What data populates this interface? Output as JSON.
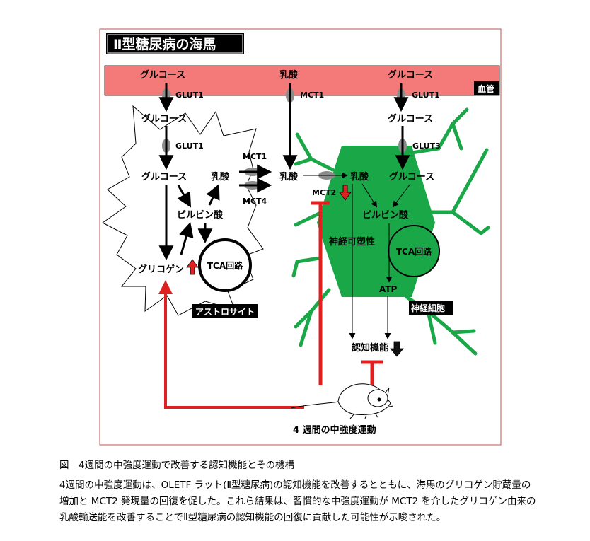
{
  "title": "Ⅱ型糖尿病の海馬",
  "vessel": {
    "label": "血管",
    "left_glucose": "グルコース",
    "center_lactate": "乳酸",
    "right_glucose": "グルコース",
    "left_transporter": "GLUT1",
    "center_transporter": "MCT1",
    "right_transporter": "GLUT1"
  },
  "astrocyte": {
    "label": "アストロサイト",
    "glucose_1": "グルコース",
    "transporter": "GLUT1",
    "glucose_2": "グルコース",
    "lactate": "乳酸",
    "pyruvate": "ピルビン酸",
    "glycogen": "グリコゲン",
    "tca": "TCA回路",
    "mct1": "MCT1",
    "mct4": "MCT4"
  },
  "extracellular": {
    "lactate": "乳酸"
  },
  "neuron": {
    "label": "神経細胞",
    "glucose_1": "グルコース",
    "transporter": "GLUT3",
    "lactate": "乳酸",
    "glucose_2": "グルコース",
    "mct2": "MCT2",
    "pyruvate": "ピルビン酸",
    "plasticity": "神経可塑性",
    "tca": "TCA回路",
    "atp": "ATP",
    "cognition": "認知機能"
  },
  "exercise_label": "4 週間の中強度運動",
  "colors": {
    "frame": "#c0504d",
    "vessel": "#f47a7a",
    "neuron": "#1aa748",
    "transporter": "#8c8c8c",
    "inhibit": "#e02020",
    "up_arrow": "#e02020",
    "down_arrow": "#111111",
    "title_bg": "#000000"
  },
  "caption": {
    "heading": "図　4週間の中強度運動で改善する認知機能とその機構",
    "line1": "4週間の中強度運動は、OLETF ラット(Ⅱ型糖尿病)の認知機能を改善するとともに、海馬のグリコゲン貯蔵量の",
    "line2": "増加と MCT2 発現量の回復を促した。これら結果は、習慣的な中強度運動が MCT2 を介したグリコゲン由来の",
    "line3": "乳酸輸送能を改善することでⅡ型糖尿病の認知機能の回復に貢献した可能性が示唆された。"
  }
}
